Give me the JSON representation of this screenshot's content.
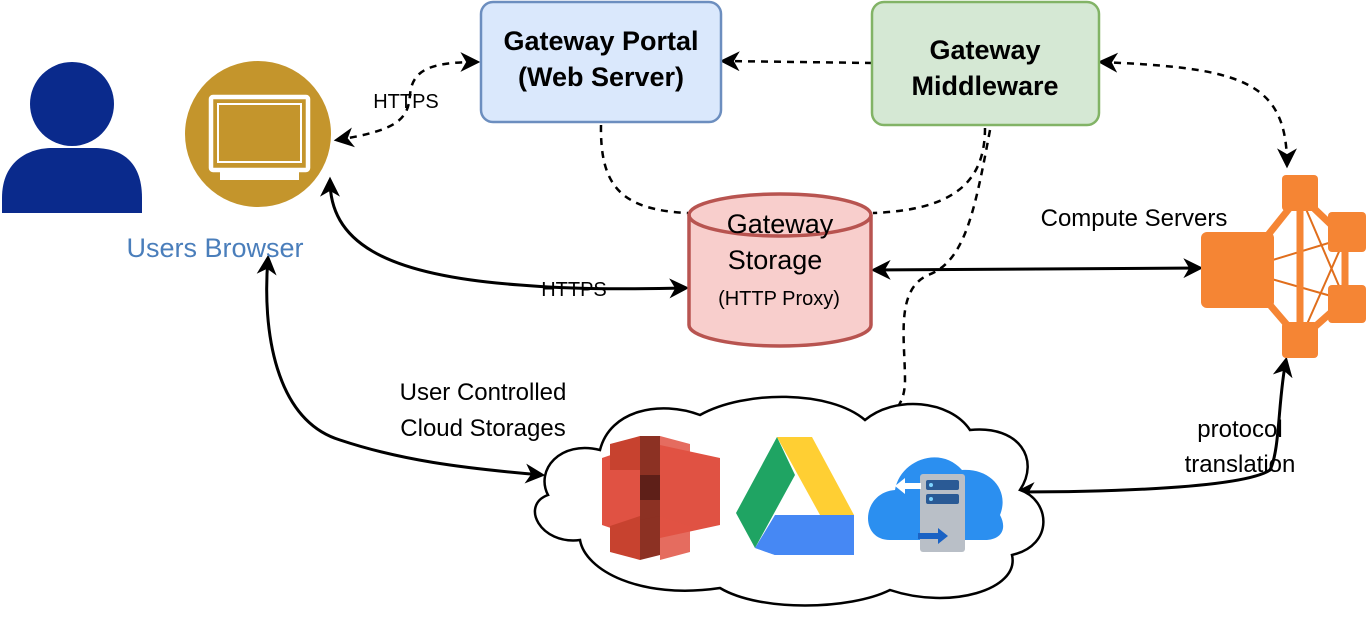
{
  "nodes": {
    "users_browser": "Users Browser",
    "gateway_portal": {
      "line1": "Gateway Portal",
      "line2": "(Web Server)"
    },
    "gateway_middleware": {
      "line1": "Gateway",
      "line2": "Middleware"
    },
    "gateway_storage": {
      "line1": "Gateway",
      "line2": "Storage",
      "line3": "(HTTP Proxy)"
    },
    "compute_servers": "Compute Servers",
    "cloud_storages": {
      "line1": "User Controlled",
      "line2": "Cloud Storages"
    }
  },
  "edge_labels": {
    "https_portal": "HTTPS",
    "https_storage": "HTTPS",
    "protocol_translation": {
      "line1": "protocol",
      "line2": "translation"
    }
  },
  "colors": {
    "person": "#0a2a8c",
    "browser_circle": "#c4952c",
    "portal_fill": "#dae8fc",
    "portal_stroke": "#6c8ebf",
    "middleware_fill": "#d5e8d4",
    "middleware_stroke": "#82b366",
    "storage_fill": "#f8cecc",
    "storage_stroke": "#b85450",
    "compute": "#f58534",
    "s3": "#e05243",
    "label_blue": "#4a7ebb"
  },
  "icons": [
    "user-icon",
    "monitor-icon",
    "aws-s3-icon",
    "google-drive-icon",
    "azure-cloud-storage-icon",
    "compute-cluster-icon"
  ]
}
